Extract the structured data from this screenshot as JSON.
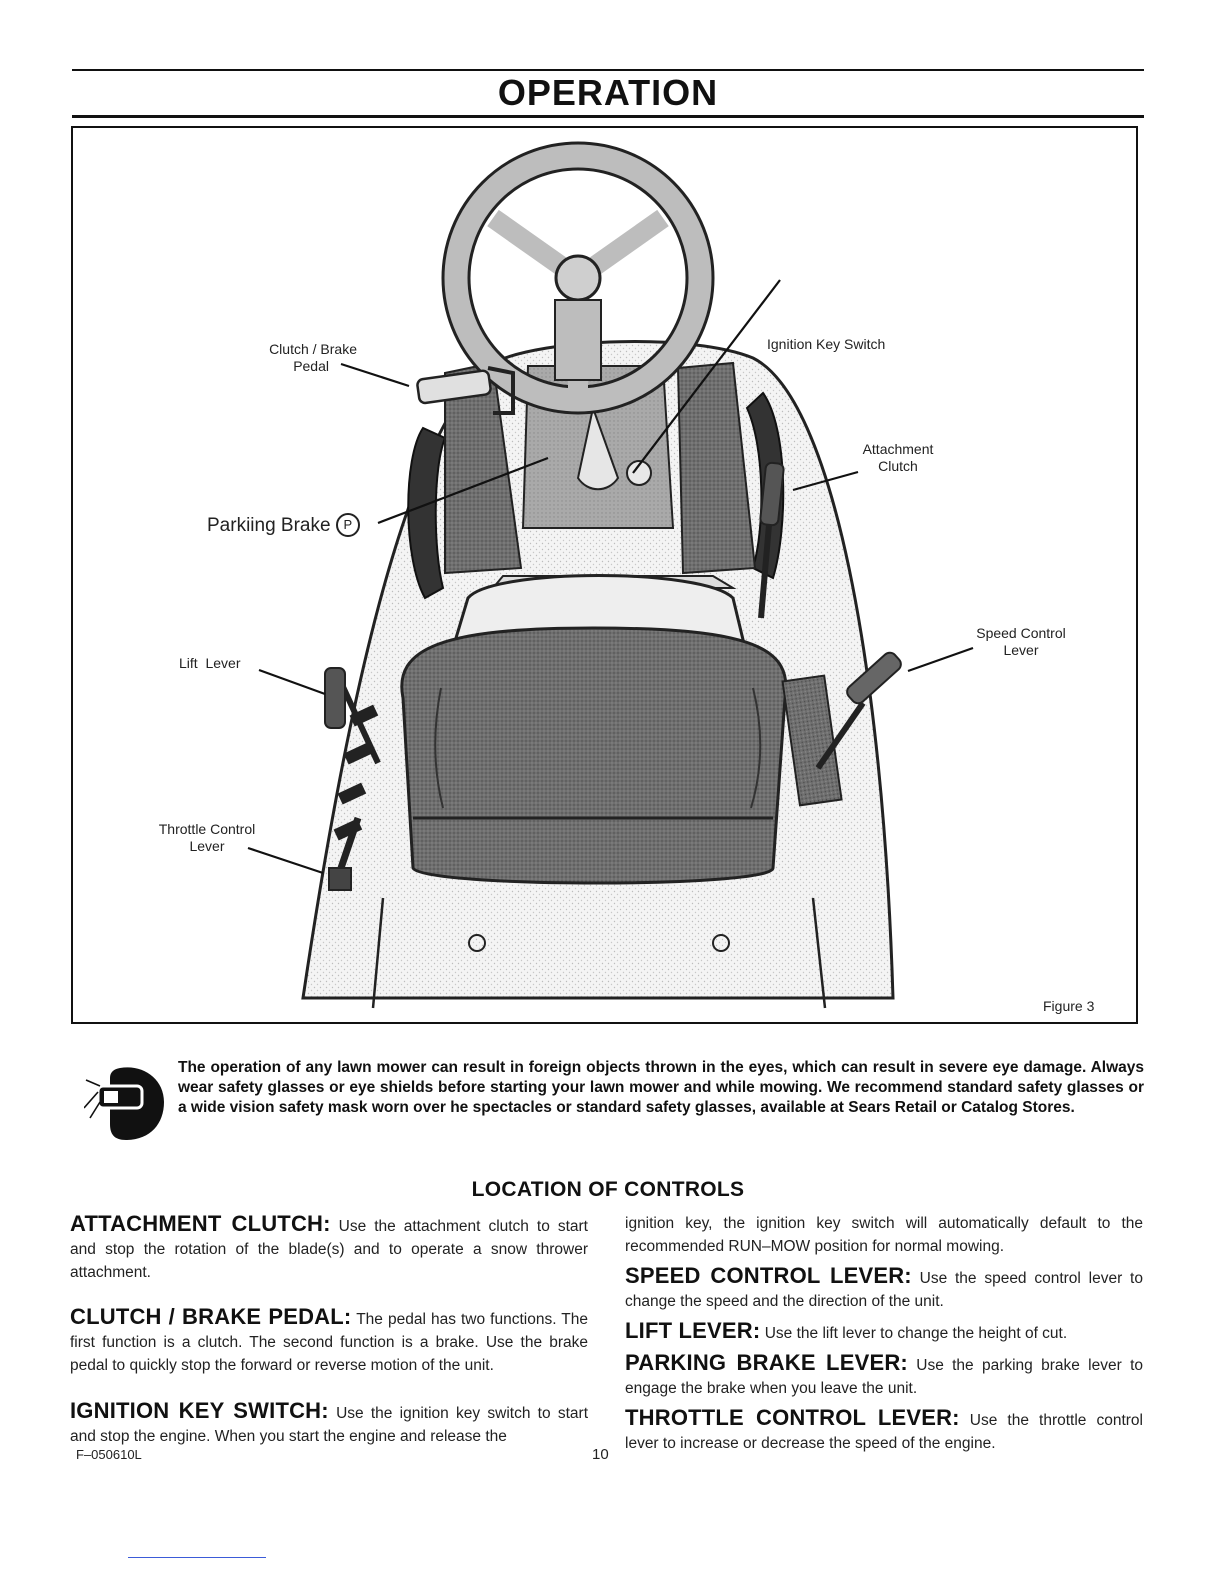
{
  "header": {
    "title": "OPERATION"
  },
  "figure": {
    "caption": "Figure 3",
    "labels": {
      "clutch_brake_line1": "Clutch / Brake",
      "clutch_brake_line2": "Pedal",
      "ignition_key": "Ignition Key Switch",
      "attachment_line1": "Attachment",
      "attachment_line2": "Clutch",
      "parking_brake": "Parkiing Brake",
      "parking_symbol": "P",
      "speed_line1": "Speed Control",
      "speed_line2": "Lever",
      "lift_lever": "Lift  Lever",
      "throttle_line1": "Throttle Control",
      "throttle_line2": "Lever"
    }
  },
  "warning": {
    "icon": "safety-goggles-icon",
    "text": "The operation of any lawn mower can result in foreign objects thrown in the eyes, which can result in severe eye damage. Always wear safety glasses or eye shields before starting your lawn mower and while mowing. We recommend standard safety glasses or a wide vision safety mask worn over he spectacles or standard safety glasses, available at Sears Retail or Catalog Stores."
  },
  "controls": {
    "title": "LOCATION OF CONTROLS",
    "left": [
      {
        "head": "ATTACHMENT CLUTCH:",
        "body": "Use the attachment clutch to start and stop the rotation of the blade(s) and to operate a snow thrower attachment."
      },
      {
        "head": "CLUTCH / BRAKE PEDAL:",
        "body": "The pedal has two functions. The first function is a clutch. The second function is a brake. Use the brake pedal to quickly stop the forward or reverse motion of the unit."
      },
      {
        "head": "IGNITION KEY SWITCH:",
        "body": "Use the ignition key switch to start and stop the engine. When you start the engine and release the"
      }
    ],
    "right": [
      {
        "head": "",
        "body": "ignition key, the ignition key switch will automatically default to the recommended RUN–MOW position for normal mowing."
      },
      {
        "head": "SPEED CONTROL LEVER:",
        "body": "Use the speed control lever to change the speed and the direction of the unit."
      },
      {
        "head": "LIFT LEVER:",
        "body": "Use the lift lever to change the height of cut."
      },
      {
        "head": "PARKING BRAKE LEVER:",
        "body": "Use the parking brake lever to engage the brake when you leave the unit."
      },
      {
        "head": "THROTTLE CONTROL LEVER:",
        "body": "Use the throttle control lever to increase or decrease the speed of the engine."
      }
    ]
  },
  "footer": {
    "code": "F–050610L",
    "page": "10"
  }
}
